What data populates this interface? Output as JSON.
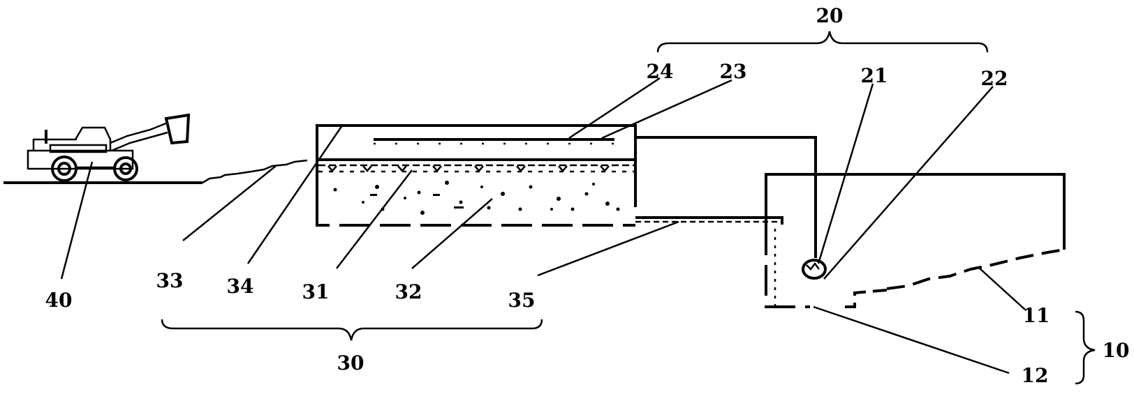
{
  "labels": {
    "l10": "10",
    "l11": "11",
    "l12": "12",
    "l20": "20",
    "l21": "21",
    "l22": "22",
    "l23": "23",
    "l24": "24",
    "l30": "30",
    "l31": "31",
    "l32": "32",
    "l33": "33",
    "l34": "34",
    "l35": "35",
    "l40": "40"
  }
}
